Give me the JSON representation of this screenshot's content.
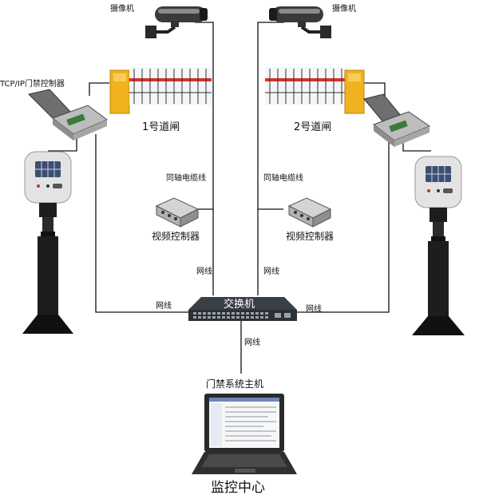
{
  "labels": {
    "camera": "摄像机",
    "tcp_controller": "TCP/IP门禁控制器",
    "gate1": "1号道闸",
    "gate2": "2号道闸",
    "coax": "同轴电缆线",
    "video_ctrl": "视频控制器",
    "net": "网线",
    "switch": "交换机",
    "host": "门禁系统主机",
    "center": "监控中心"
  },
  "colors": {
    "gate_body": "#f0b21e",
    "barrier_stripe_red": "#d8322a",
    "switch_body": "#2c3036",
    "reader_face": "#e3e3e3",
    "pole": "#1d1d1d"
  }
}
